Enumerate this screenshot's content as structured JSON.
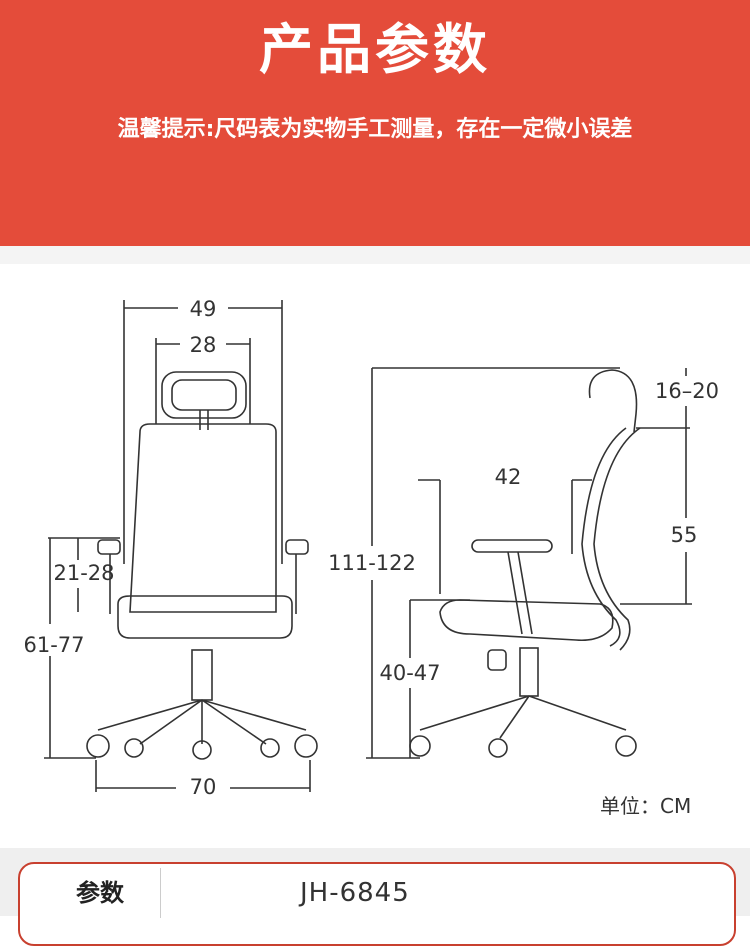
{
  "banner": {
    "title": "产品参数",
    "note": "温馨提示:尺码表为实物手工测量，存在一定微小误差"
  },
  "dimensions": {
    "front_width": "49",
    "headrest_width": "28",
    "armrest_height": "21-28",
    "seat_height_front": "61-77",
    "base_width": "70",
    "total_height": "111-122",
    "headrest_adjust": "16–20",
    "arm_depth": "42",
    "back_height": "55",
    "seat_height_side": "40-47"
  },
  "unit_label": "单位：CM",
  "table": {
    "label": "参数",
    "value": "JH-6845"
  },
  "colors": {
    "banner": "#e44c3a",
    "text": "#333333"
  }
}
